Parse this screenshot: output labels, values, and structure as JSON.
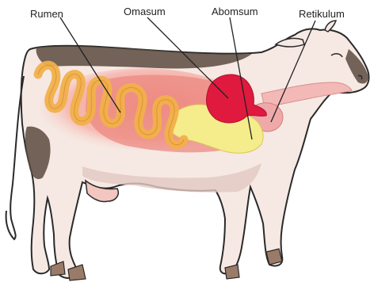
{
  "labels": {
    "rumen": "Rumen",
    "omasum": "Omasum",
    "abomasum": "Abomsum",
    "retikulum": "Retikulum"
  },
  "colors": {
    "outline": "#2a2a2a",
    "body": "#f6e9e3",
    "shadow": "#e2c8c0",
    "spots": "#5a4a3e",
    "intestine": "#f1b04a",
    "stomach": "#ec8a82",
    "rumen_glow": "#f7c9c3",
    "abomasum": "#e0193f",
    "omasum": "#f5ec8c",
    "retikulum": "#f0a9a9",
    "hoof": "#9a7b68"
  }
}
